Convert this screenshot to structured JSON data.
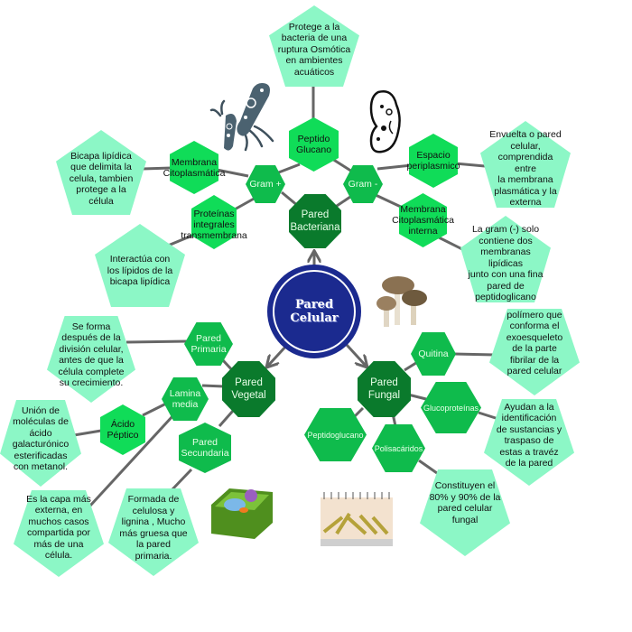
{
  "title": "Pared\nCelular",
  "colors": {
    "pentagon": "#8cf7c6",
    "hex_bright": "#10dc58",
    "hex_mid": "#0fbb4c",
    "octagon": "#0a7a2c",
    "center": "#1b2a8f",
    "link": "#666666"
  },
  "bacterial": {
    "main": "Pared\nBacteriana",
    "peptido": "Peptido\nGlucano",
    "peptido_desc": "Protege a la\nbacteria de una\nruptura Osmótica\nen ambientes\nacuáticos",
    "gram_pos": "Gram +",
    "gram_neg": "Gram -",
    "membrana": "Membrana\nCitoplasmática",
    "membrana_desc": "Bicapa lipídica\nque delimita la\ncelula, tambien\nprotege a la\ncélula",
    "proteinas": "Proteínas\nintegrales\ntransmembrana",
    "proteinas_desc": "Interactúa con\nlos lípidos de la\nbicapa lipídica",
    "espacio": "Espacio\nperiplasmico",
    "espacio_desc": "Envuelta o pared\ncelular,\ncomprendida entre\nla membrana\nplasmática y la\nexterna",
    "membrana_int": "Membrana\nCitoplasmática\ninterna",
    "membrana_int_desc": "La gram (-) solo\ncontiene dos\nmembranas lipídicas\njunto con una fina\npared de\npeptidoglicano"
  },
  "vegetal": {
    "main": "Pared\nVegetal",
    "primaria": "Pared\nPrimaria",
    "primaria_desc": "Se forma\ndespués de la\ndivisión celular,\nantes de que la\ncélula complete\nsu crecimiento.",
    "lamina": "Lamina\nmedia",
    "lamina_desc": "Es la capa más\nexterna, en\nmuchos casos\ncompartida por\nmás de una\ncélula.",
    "acido": "Ácido\nPéptico",
    "acido_desc": "Unión de\nmoléculas de\nácido\ngalacturónico\nesterificadas\ncon metanol.",
    "secundaria": "Pared\nSecundaria",
    "secundaria_desc": "Formada de\ncelulosa y\nlignina , Mucho\nmás gruesa que\nla pared\nprimaria."
  },
  "fungal": {
    "main": "Pared\nFungal",
    "quitina": "Quitina",
    "quitina_desc": "polímero que\nconforma el\nexoesqueleto\nde la parte\nfibrilar de la\npared celular",
    "gluco": "Glucoproteínas",
    "gluco_desc": "Ayudan a la\nidentificación\nde sustancias y\ntraspaso de\nestas a travéz\nde la pared",
    "peptidoglucano": "Peptidoglucano",
    "polisacaridos": "Polisacáridos",
    "polisacaridos_desc": "Constituyen el\n80% y 90% de la\npared celular\nfungal"
  }
}
